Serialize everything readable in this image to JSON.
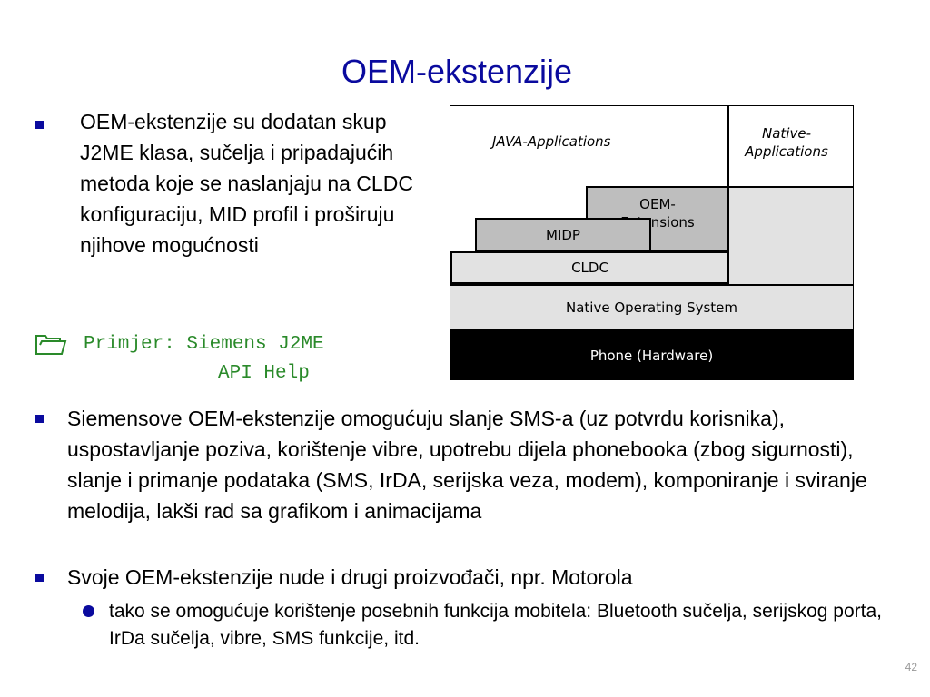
{
  "slide": {
    "title": "OEM-ekstenzije",
    "bullet1": "OEM-ekstenzije su dodatan skup J2ME klasa, sučelja i pripadajućih metoda koje se naslanjaju na CLDC konfiguraciju, MID profil i proširuju njihove mogućnosti",
    "link_line1": "Primjer: Siemens J2ME",
    "link_line2": "API Help",
    "bullet2": "Siemensove OEM-ekstenzije omogućuju slanje SMS-a (uz potvrdu korisnika), uspostavljanje poziva, korištenje vibre, upotrebu dijela phonebooka (zbog sigurnosti), slanje i primanje podataka (SMS, IrDA, serijska veza, modem), komponiranje i sviranje melodija, lakši rad sa grafikom i animacijama",
    "bullet3": "Svoje OEM-ekstenzije nude i drugi proizvođači, npr. Motorola",
    "sub_bullet": "tako se omogućuje korištenje posebnih funkcija mobitela: Bluetooth sučelja, serijskog porta, IrDa sučelja, vibre, SMS funkcije, itd.",
    "page_number": "42"
  },
  "diagram": {
    "java_apps": "JAVA-Applications",
    "native_apps": "Native-Applications",
    "oem_ext": "OEM-Extensions",
    "midp": "MIDP",
    "cldc": "CLDC",
    "native_os": "Native Operating System",
    "hardware": "Phone (Hardware)"
  },
  "colors": {
    "title": "#0a0a9e",
    "bullet": "#0a0a9e",
    "link": "#2a8a2a",
    "hardware_bg": "#000000",
    "gray_dark": "#bebebe",
    "gray_light": "#e2e2e2"
  }
}
